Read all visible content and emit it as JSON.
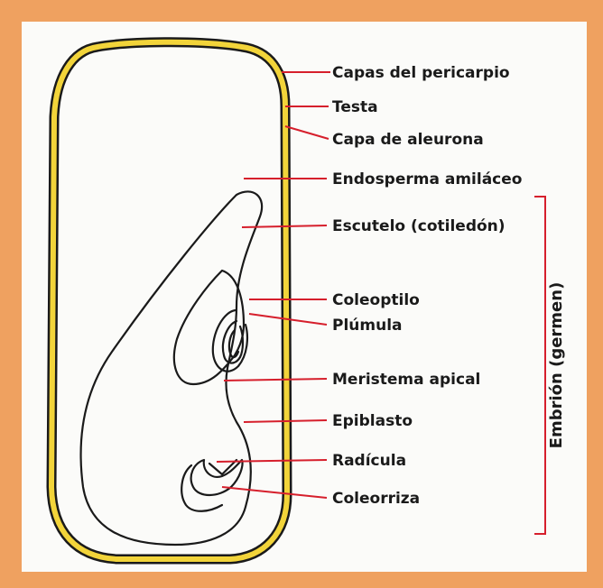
{
  "diagram": {
    "labels": {
      "pericarp": "Capas del pericarpio",
      "testa": "Testa",
      "aleurone": "Capa de aleurona",
      "endosperm": "Endosperma amiláceo",
      "scutellum": "Escutelo (cotiledón)",
      "coleoptile": "Coleoptilo",
      "plumule": "Plúmula",
      "apical_meristem": "Meristema apical",
      "epiblast": "Epiblasto",
      "radicle": "Radícula",
      "coleorhiza": "Coleorriza"
    },
    "bracket_label": "Embrión (germen)"
  },
  "colors": {
    "frame": "#efa160",
    "panel": "#fbfbf9",
    "seed_coat": "#f2d43a",
    "outline": "#1a1a1a",
    "leader": "#d61f2c"
  }
}
